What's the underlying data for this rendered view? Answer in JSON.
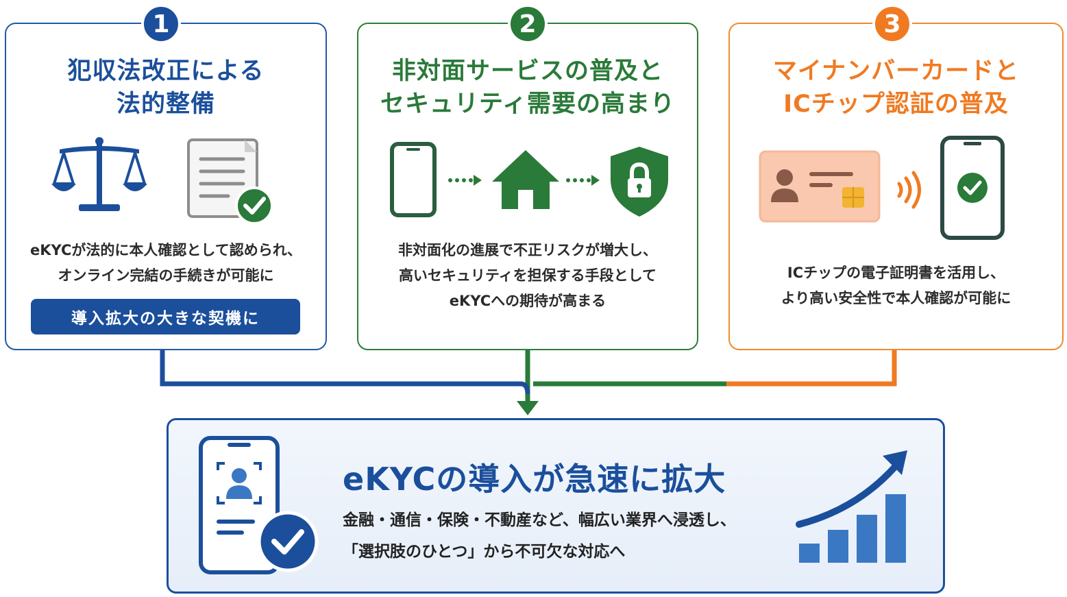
{
  "colors": {
    "blue": "#1b4f9c",
    "green": "#2a7a39",
    "orange": "#f07a22"
  },
  "cards": [
    {
      "number": "1",
      "title": "犯収法改正による\n法的整備",
      "description": "eKYCが法的に本人確認として認められ、\nオンライン完結の手続きが可能に",
      "cta": "導入拡大の大きな契機に",
      "icons": [
        "scales-icon",
        "document-check-icon"
      ]
    },
    {
      "number": "2",
      "title": "非対面サービスの普及と\nセキュリティ需要の高まり",
      "description": "非対面化の進展で不正リスクが増大し、\n高いセキュリティを担保する手段として\neKYCへの期待が高まる",
      "icons": [
        "smartphone-icon",
        "house-icon",
        "shield-lock-icon"
      ]
    },
    {
      "number": "3",
      "title": "マイナンバーカードと\nICチップ認証の普及",
      "description": "ICチップの電子証明書を活用し、\nより高い安全性で本人確認が可能に",
      "icons": [
        "id-card-icon",
        "nfc-wave-icon",
        "smartphone-check-icon"
      ]
    }
  ],
  "result": {
    "title": "eKYCの導入が急速に拡大",
    "description": "金融・通信・保険・不動産など、幅広い業界へ浸透し、\n「選択肢のひとつ」から不可欠な対応へ",
    "icons": [
      "phone-face-verify-icon",
      "growth-chart-icon"
    ]
  }
}
